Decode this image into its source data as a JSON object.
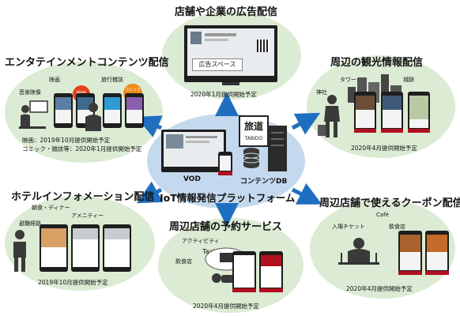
{
  "center": {
    "platform_label": "IoT情報発信プラットフォーム",
    "vod_label": "VOD",
    "contents_db_label": "コンテンツDB",
    "logo_text": "旅道",
    "logo_sub": "TABIDO"
  },
  "advert": {
    "title": "店舗や企業の広告配信",
    "screen_text": "広告スペース",
    "date": "2020年1月提供開始予定"
  },
  "entertainment": {
    "title": "エンタテインメントコンテンツ配信",
    "label_movie": "映画",
    "label_travel": "旅行雑誌",
    "label_music": "音楽映像",
    "badge_movie": "映画",
    "badge_comic": "コミック雑誌",
    "date_line1": "映画：2019年10月提供開始予定",
    "date_line2": "コミック・雑誌等：2020年1月提供開始予定"
  },
  "tourism": {
    "title": "周辺の観光情報配信",
    "label_tower": "タワー",
    "label_castle": "城跡",
    "label_shrine": "神社",
    "date": "2020年4月提供開始予定"
  },
  "hotel": {
    "title": "ホテルインフォメーション配信",
    "label_meal": "朝食・ディナー",
    "label_amenity": "アメニティー",
    "label_route": "避難経路",
    "date": "2019年10月提供開始予定"
  },
  "reservation": {
    "title": "周辺店舗の予約サービス",
    "label_activity": "アクティビティ",
    "label_taxi": "Taxi",
    "label_restaurant": "飲食店",
    "date": "2020年4月提供開始予定"
  },
  "coupon": {
    "title": "周辺店舗で使えるクーポン配信",
    "label_cafe": "Café",
    "label_ticket": "入場チケット",
    "label_restaurant": "飲食店",
    "date": "2020年4月提供開始予定"
  },
  "colors": {
    "blob": "#dcebd3",
    "center_blob": "#c5d9ee",
    "arrow": "#1f6fc0",
    "brand_red": "#b01020"
  }
}
